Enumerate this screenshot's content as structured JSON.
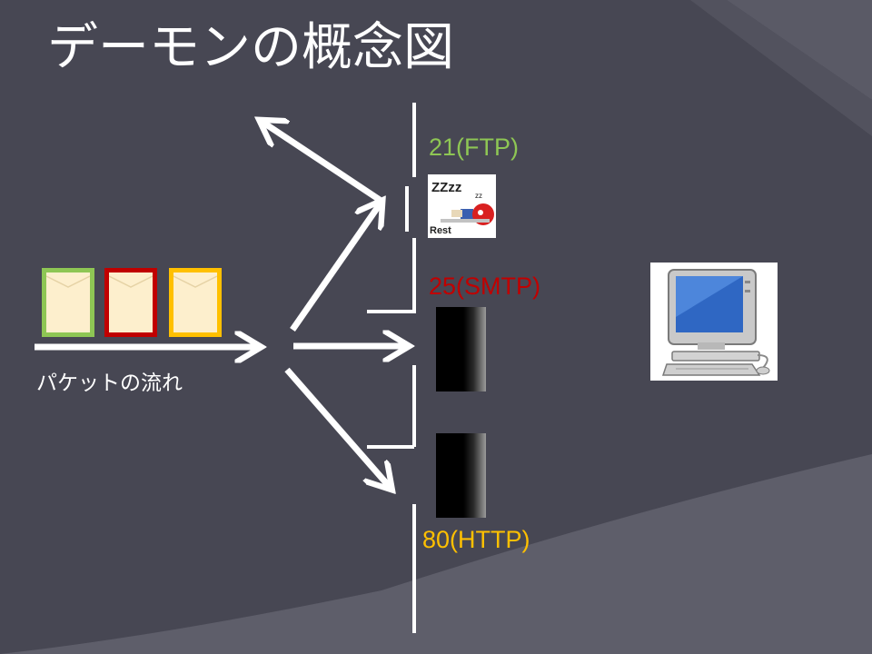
{
  "title": "デーモンの概念図",
  "ports": {
    "ftp": "21(FTP)",
    "smtp": "25(SMTP)",
    "http": "80(HTTP)"
  },
  "flow_label": "パケットの流れ",
  "sleep_image": {
    "zz": "ZZzz",
    "zz_small": "zz",
    "rest": "Rest"
  },
  "colors": {
    "ftp": "#8ec654",
    "smtp": "#c00000",
    "http": "#ffc000",
    "packet_ftp_border": "#8ec654",
    "packet_smtp_border": "#c00000",
    "packet_http_border": "#ffc000",
    "packet_fill": "#fdefcd"
  },
  "icons": {
    "packets": [
      "envelope-icon",
      "envelope-icon",
      "envelope-icon"
    ],
    "computer": "desktop-computer-icon",
    "sleeping": "sleeping-daemon-icon",
    "waiting": "daemon-silhouette-icon"
  }
}
